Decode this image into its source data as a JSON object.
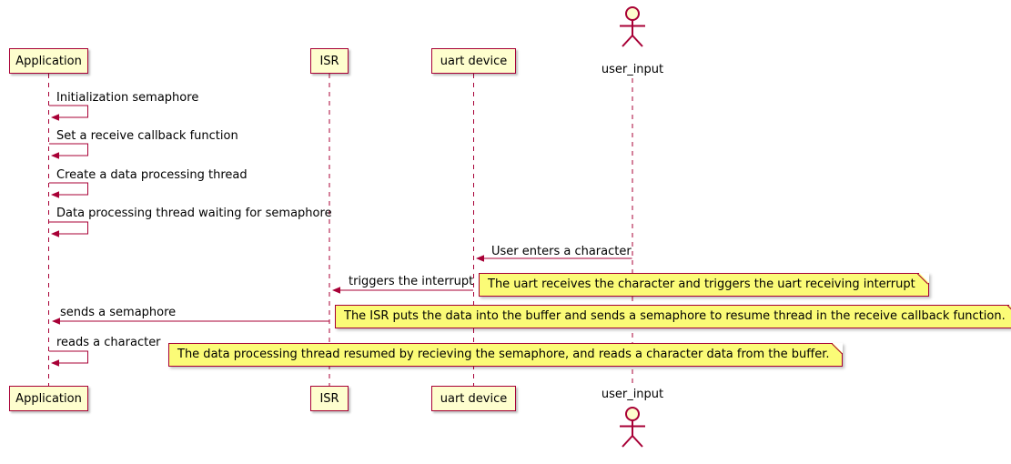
{
  "diagram": {
    "type": "sequence-diagram",
    "colors": {
      "background": "#FFFFFF",
      "border": "#A80036",
      "participant_fill": "#FEFECE",
      "note_fill": "#FBFB77",
      "arrow": "#A80036"
    },
    "participants": [
      {
        "label": "Application",
        "type": "participant"
      },
      {
        "label": "ISR",
        "type": "participant"
      },
      {
        "label": "uart device",
        "type": "participant"
      },
      {
        "label": "user_input",
        "type": "actor"
      }
    ],
    "messages": [
      {
        "label": "Initialization semaphore",
        "from": "Application",
        "to": "Application",
        "kind": "self"
      },
      {
        "label": "Set a receive callback function",
        "from": "Application",
        "to": "Application",
        "kind": "self"
      },
      {
        "label": "Create a data processing thread",
        "from": "Application",
        "to": "Application",
        "kind": "self"
      },
      {
        "label": "Data processing thread waiting for semaphore",
        "from": "Application",
        "to": "Application",
        "kind": "self"
      },
      {
        "label": "User enters a character",
        "from": "user_input",
        "to": "uart device",
        "kind": "arrow"
      },
      {
        "label": "triggers the interrupt",
        "from": "uart device",
        "to": "ISR",
        "kind": "arrow"
      },
      {
        "label": "sends a semaphore",
        "from": "ISR",
        "to": "Application",
        "kind": "arrow"
      },
      {
        "label": "reads a character",
        "from": "Application",
        "to": "Application",
        "kind": "self"
      }
    ],
    "notes": [
      {
        "text": "The uart receives the character and triggers the uart receiving interrupt"
      },
      {
        "text": "The ISR puts the data into the buffer and sends a semaphore to resume thread in the receive callback function."
      },
      {
        "text": "The data processing thread resumed by recieving the semaphore, and reads a character data from the buffer."
      }
    ]
  }
}
